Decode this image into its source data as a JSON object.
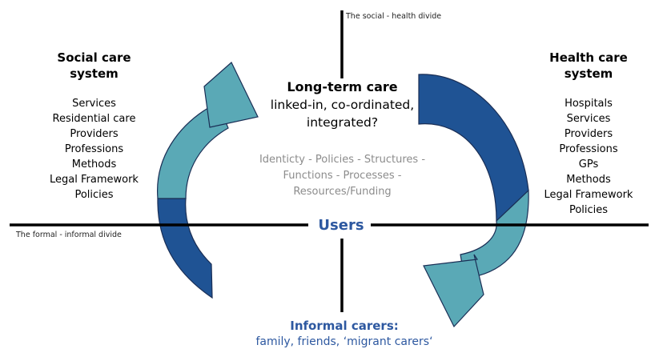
{
  "social_divide_label": "The social - health divide",
  "formal_divide_label": "The formal - informal divide",
  "social_care": {
    "title_line1": "Social care",
    "title_line2": "system",
    "items": [
      "Services",
      "Residential care",
      "Providers",
      "Professions",
      "Methods",
      "Legal Framework",
      "Policies"
    ]
  },
  "health_care": {
    "title_line1": "Health care",
    "title_line2": "system",
    "items": [
      "Hospitals",
      "Services",
      "Providers",
      "Professions",
      "GPs",
      "Methods",
      "Legal Framework",
      "Policies"
    ]
  },
  "center": {
    "title": "Long-term care",
    "sub_line1": "linked-in, co-ordinated,",
    "sub_line2": "integrated?",
    "dims_line1": "Identicty - Policies - Structures -",
    "dims_line2": "Functions - Processes -",
    "dims_line3": "Resources/Funding"
  },
  "users_label": "Users",
  "informal": {
    "title": "Informal carers:",
    "subtitle": "family, friends, ‘migrant carers‘"
  },
  "colors": {
    "dark_blue": "#1f5394",
    "teal": "#5aa9b6",
    "label_blue": "#2d58a0",
    "grey_text": "#8c8c8c"
  }
}
